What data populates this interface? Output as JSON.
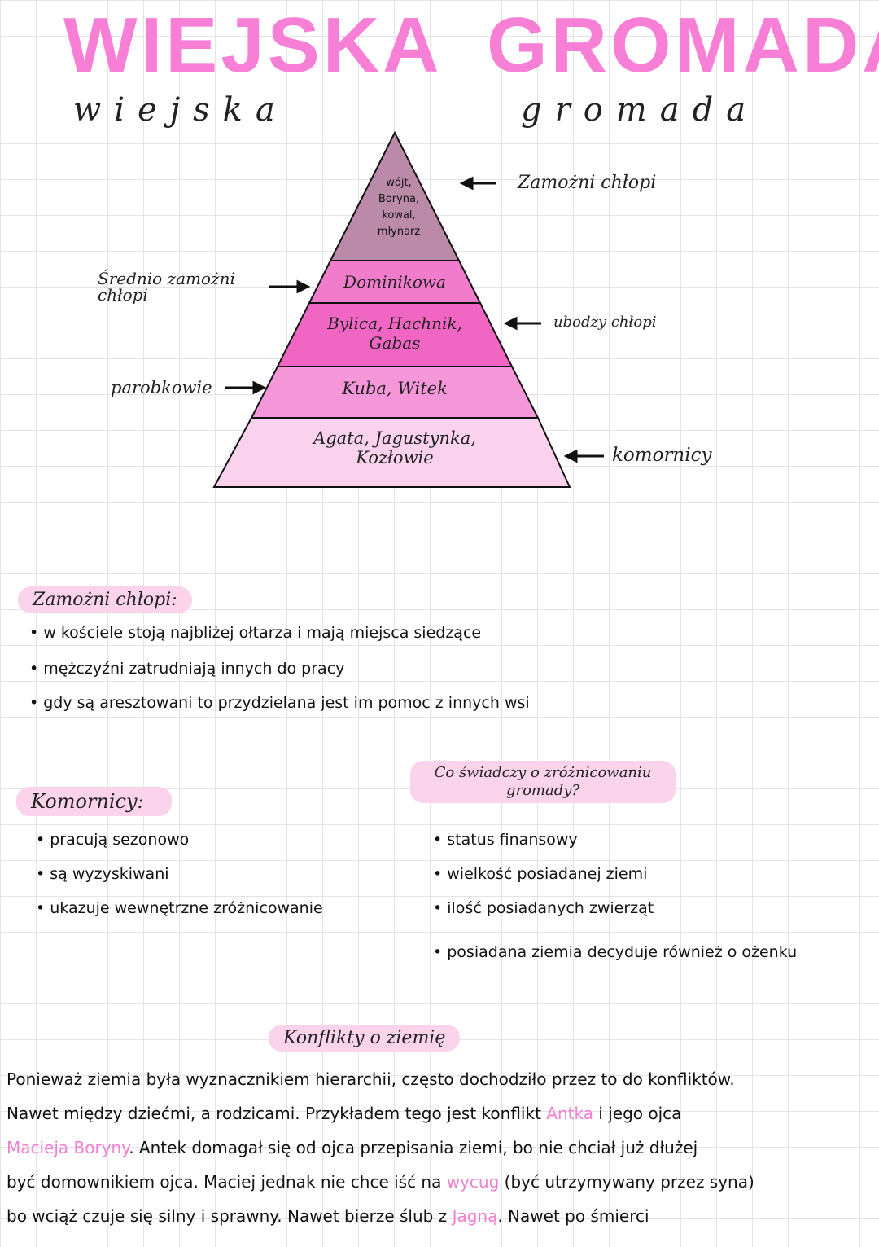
{
  "title": {
    "block": [
      "WIEJSKA",
      "GROMADA"
    ],
    "script": [
      "wiejska",
      "gromada"
    ]
  },
  "pyramid": {
    "layers": [
      {
        "text": "wójt, Boryna, kowal, młynarz",
        "color": "#bb8aa8"
      },
      {
        "text": "Dominikowa",
        "color": "#f17ccb"
      },
      {
        "text": "Bylica, Hachnik, Gabas",
        "color": "#f066c2"
      },
      {
        "text": "Kuba, Witek",
        "color": "#f597d9"
      },
      {
        "text": "Agata, Jagustynka, Kozłowie",
        "color": "#fbd2ee"
      }
    ],
    "labels": {
      "zamozni": "Zamożni chłopi",
      "srednio": "Średnio zamożni chłopi",
      "ubodzy": "ubodzy chłopi",
      "parobkowie": "parobkowie",
      "komornicy": "komornicy"
    }
  },
  "zamozni": {
    "heading": "Zamożni chłopi:",
    "bullets": [
      "w kościele stoją najbliżej ołtarza i mają miejsca siedzące",
      "mężczyźni zatrudniają innych do pracy",
      "gdy są aresztowani to przydzielana jest im pomoc z innych wsi"
    ]
  },
  "komornicy": {
    "heading": "Komornicy:",
    "bullets": [
      "pracują sezonowo",
      "są wyzyskiwani",
      "ukazuje wewnętrzne zróżnicowanie"
    ]
  },
  "swiadczy": {
    "heading": "Co świadczy o zróżnicowaniu gromady?",
    "bullets": [
      "status finansowy",
      "wielkość posiadanej ziemi",
      "ilość posiadanych zwierząt",
      "posiadana ziemia decyduje również o ożenku"
    ]
  },
  "konflikty": {
    "heading": "Konflikty o ziemię",
    "lines": [
      [
        {
          "t": "Ponieważ ziemia była wyznacznikiem hierarchii, często dochodziło przez to do konfliktów."
        }
      ],
      [
        {
          "t": "Nawet między dziećmi, a rodzicami. Przykładem tego jest konflikt "
        },
        {
          "t": "Antka",
          "p": true
        },
        {
          "t": " i jego ojca"
        }
      ],
      [
        {
          "t": "Macieja Boryny",
          "p": true
        },
        {
          "t": ". Antek domagał się od ojca przepisania ziemi, bo nie chciał już dłużej"
        }
      ],
      [
        {
          "t": "być domownikiem ojca. Maciej jednak nie chce iść na "
        },
        {
          "t": "wycug",
          "p": true
        },
        {
          "t": " (być utrzymywany przez syna)"
        }
      ],
      [
        {
          "t": "bo wciąż czuje się silny i sprawny. Nawet bierze ślub z "
        },
        {
          "t": "Jagną",
          "p": true
        },
        {
          "t": ". Nawet po śmierci"
        }
      ]
    ]
  }
}
